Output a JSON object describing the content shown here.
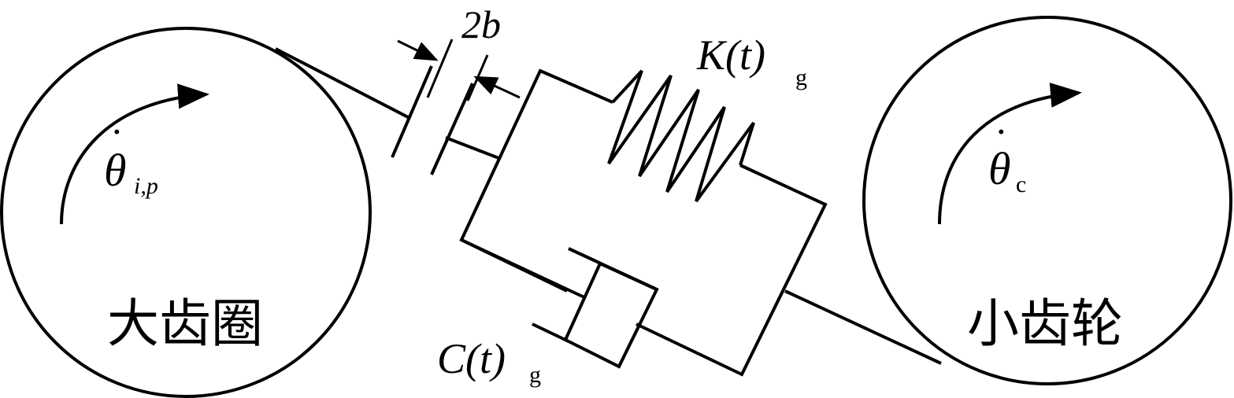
{
  "labels": {
    "big_gear": "大齿圈",
    "small_gear": "小齿轮",
    "backlash": "2b",
    "stiffness_main": "K(t)",
    "stiffness_sub": "g",
    "damping_main": "C(t)",
    "damping_sub": "g",
    "theta_big_sub": "i,p",
    "theta_small_sub": "c"
  },
  "symbols": {
    "theta": "θ",
    "dot": "·"
  },
  "colors": {
    "line": "#000000",
    "background": "#ffffff"
  }
}
